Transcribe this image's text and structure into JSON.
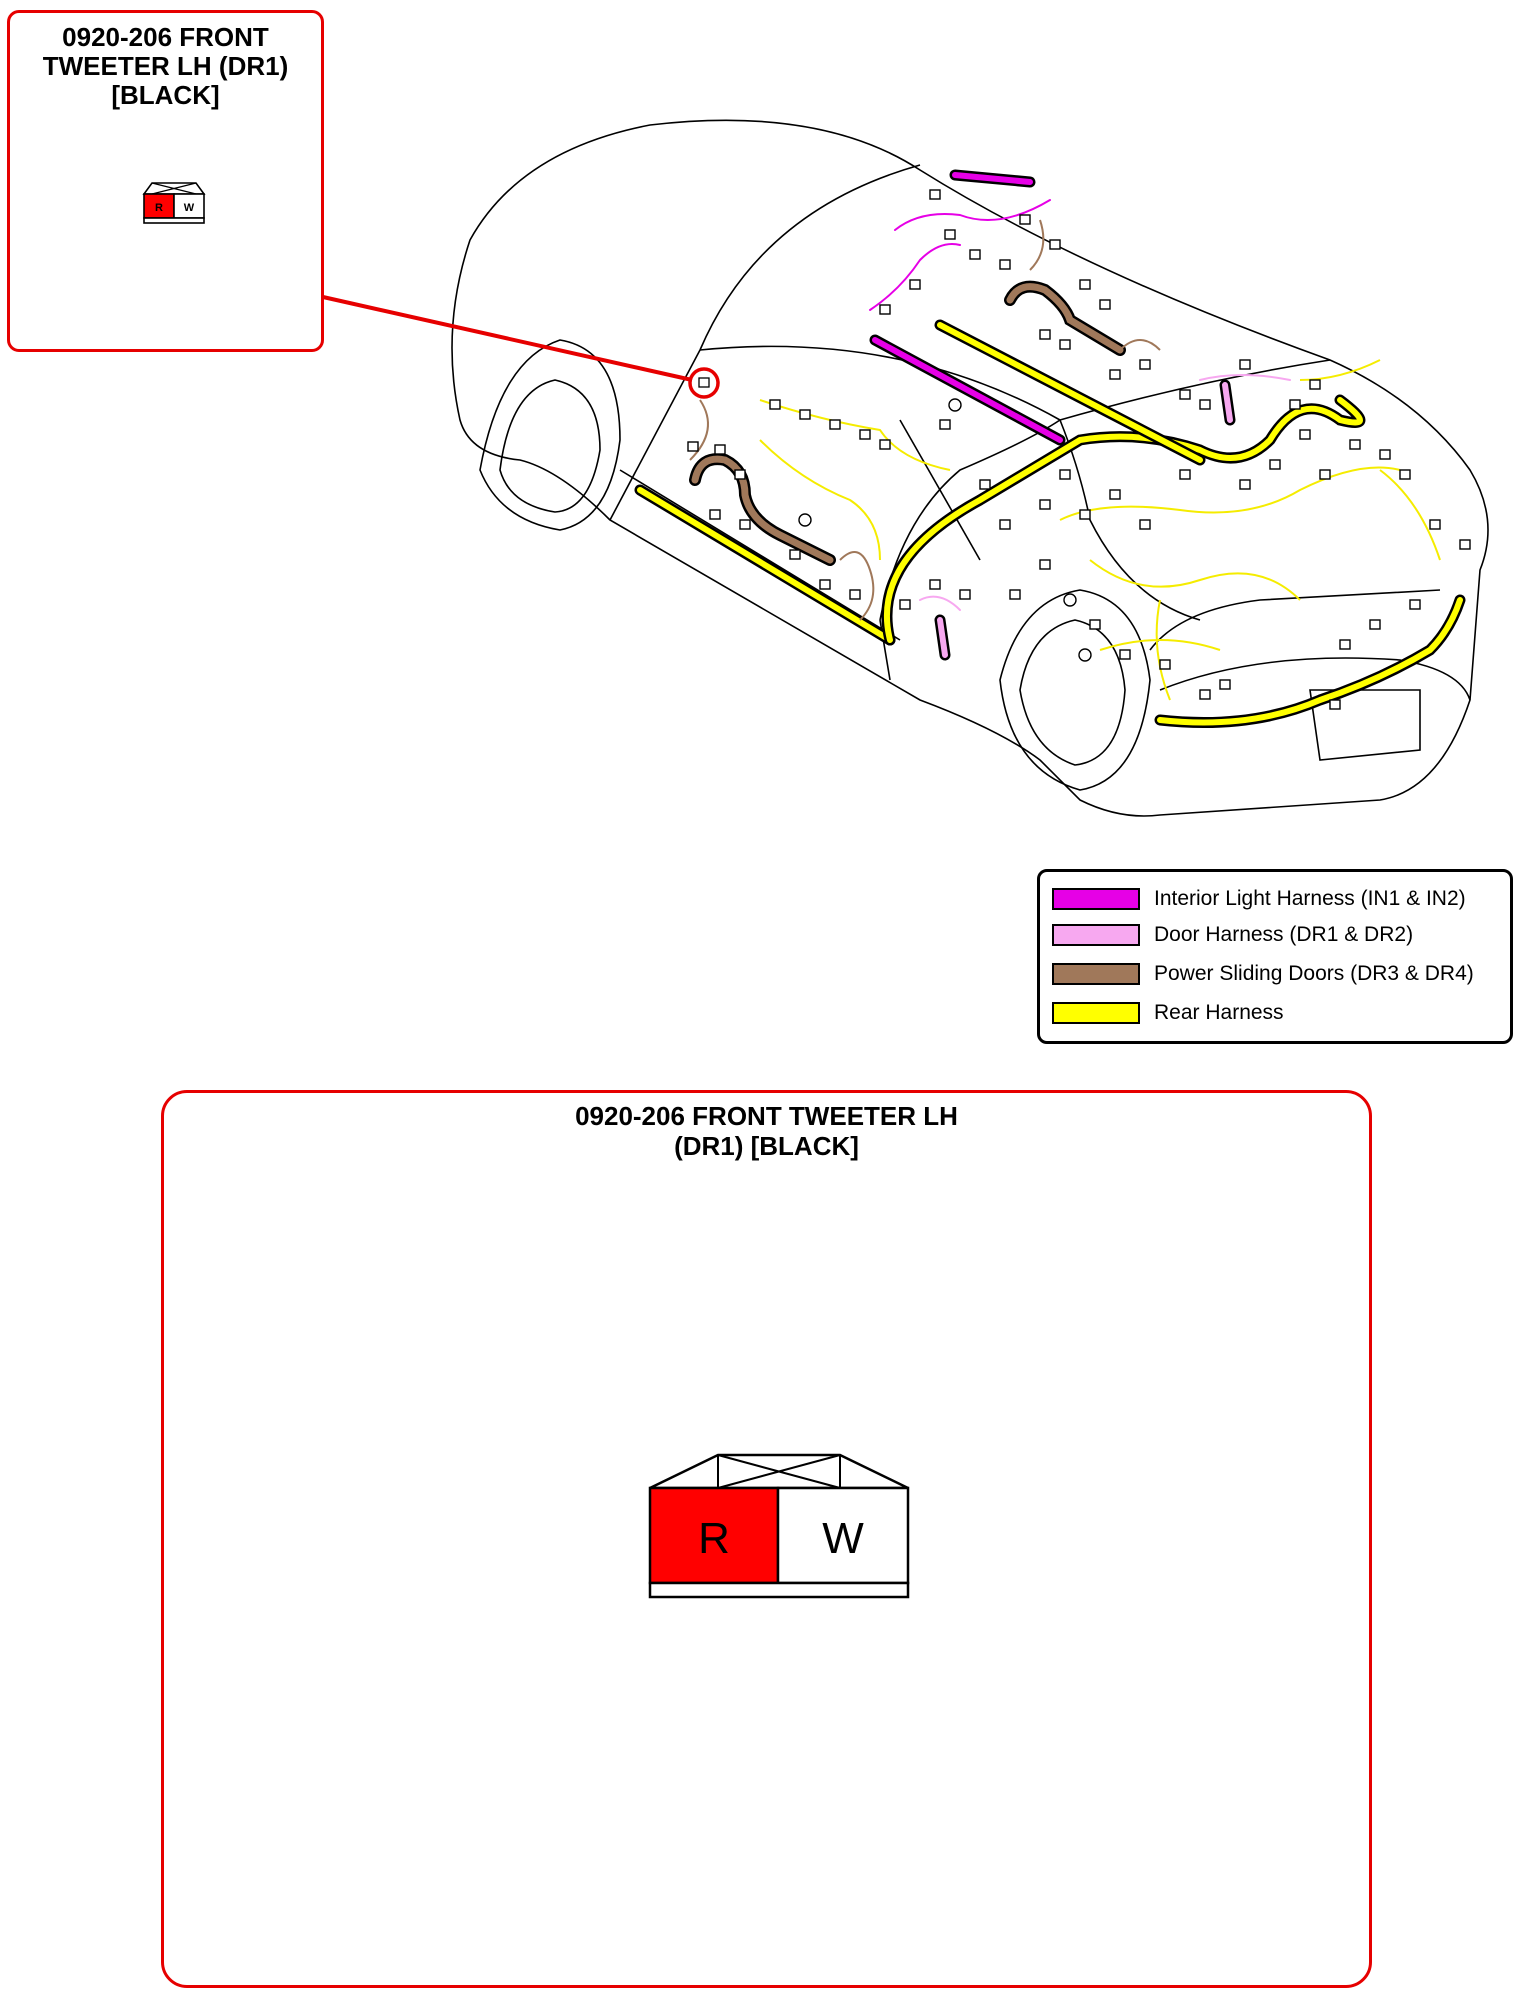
{
  "inset": {
    "title_lines": [
      "0920-206 FRONT",
      "TWEETER LH (DR1)",
      "[BLACK]"
    ],
    "connector": {
      "pins": [
        {
          "label": "R",
          "color": "#ff0000"
        },
        {
          "label": "W",
          "color": "#ffffff"
        }
      ]
    }
  },
  "legend": {
    "items": [
      {
        "label": "Interior Light Harness (IN1 & IN2)",
        "color": "#e600e6"
      },
      {
        "label": "Door Harness (DR1 & DR2)",
        "color": "#f7a8f0"
      },
      {
        "label": "Power Sliding Doors (DR3 & DR4)",
        "color": "#a0785a"
      },
      {
        "label": "Rear Harness",
        "color": "#ffff00"
      }
    ]
  },
  "detail": {
    "title_lines": [
      "0920-206 FRONT TWEETER LH",
      "(DR1) [BLACK]"
    ],
    "connector": {
      "pins": [
        {
          "label": "R",
          "color": "#ff0000"
        },
        {
          "label": "W",
          "color": "#ffffff"
        }
      ]
    }
  },
  "colors": {
    "callout": "#e60000",
    "harness_yellow": "#ffff00",
    "harness_brown": "#a0785a",
    "harness_magenta": "#e600e6",
    "harness_pink": "#f7a8f0"
  }
}
